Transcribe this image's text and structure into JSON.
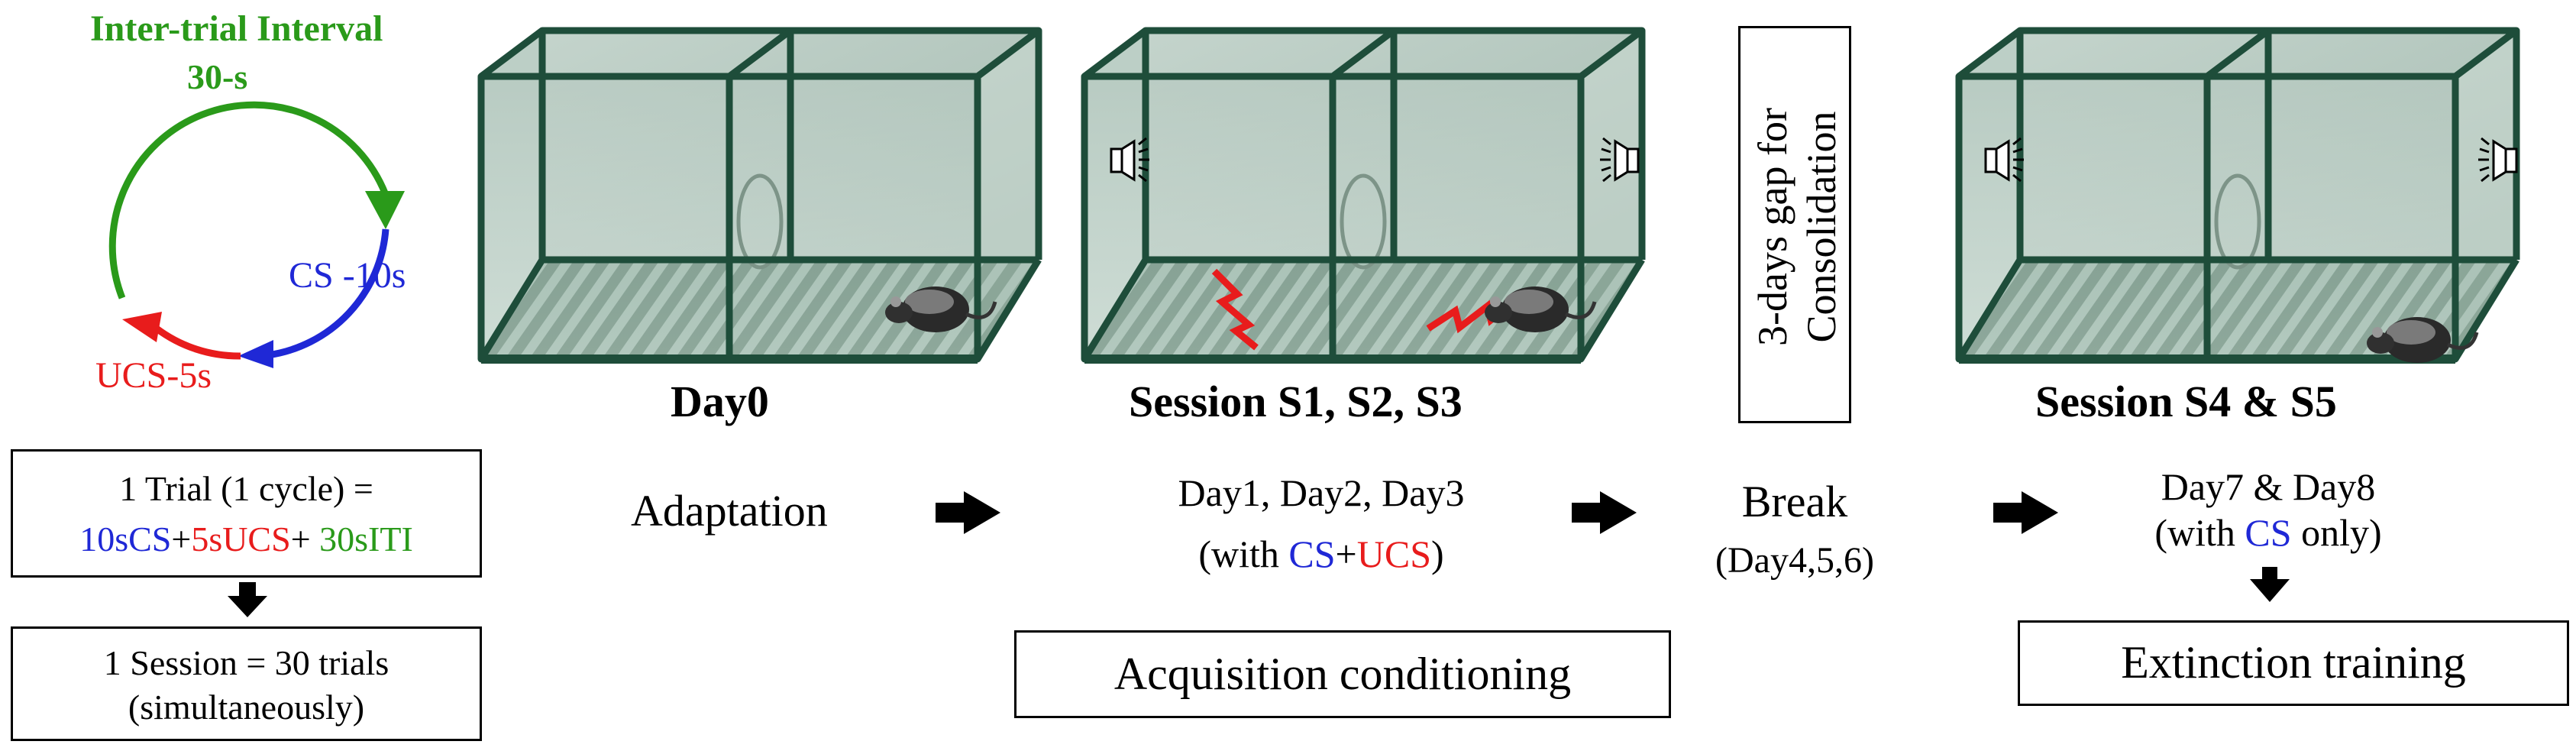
{
  "cycle": {
    "iti_title": "Inter-trial Interval",
    "iti_duration": "30-s",
    "cs_label": "CS -10s",
    "ucs_label": "UCS-5s",
    "colors": {
      "iti": "#2a9a1a",
      "cs": "#1f28d6",
      "ucs": "#e81c1c"
    }
  },
  "trial_box": {
    "line1": "1 Trial (1 cycle) =",
    "cs_part": "10sCS",
    "plus1": "+",
    "ucs_part": "5sUCS",
    "plus2": "+ ",
    "iti_part": "30sITI"
  },
  "session_box": {
    "line1": "1 Session = 30 trials",
    "line2": "(simultaneously)"
  },
  "stages": [
    {
      "title": "Day0",
      "phase": "Adaptation"
    },
    {
      "title": "Session S1, S2, S3",
      "days": "Day1, Day2, Day3",
      "with_open": "(with ",
      "cs": "CS",
      "plus": "+",
      "ucs": "UCS",
      "with_close": ")",
      "label": "Acquisition conditioning"
    },
    {
      "gap_line1": "3-days gap for",
      "gap_line2": "Consolidation",
      "phase": "Break",
      "days": "(Day4,5,6)"
    },
    {
      "title": "Session S4 & S5",
      "days": "Day7 & Day8",
      "with_open": "(with ",
      "cs": "CS",
      "with_close": " only)",
      "label": "Extinction training"
    }
  ],
  "icons": [
    "speaker-icon",
    "lightning-icon",
    "rat-icon",
    "arrow-right-icon",
    "arrow-down-icon"
  ]
}
